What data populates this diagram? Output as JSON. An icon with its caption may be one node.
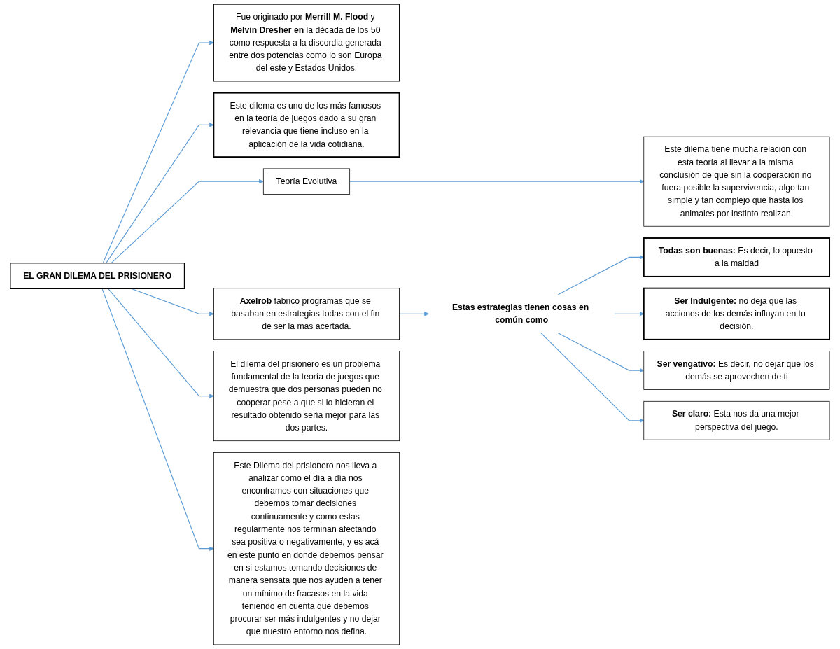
{
  "diagram": {
    "nodes": [
      {
        "text": [
          "Fue originado por **Merrill M. Flood** y **Melvin Dresher en** la década de los 50 como respuesta a la discordia generada entre dos potencias como lo son Europa del este y Estados Unidos."
        ]
      },
      {
        "text": [
          "**Ser Indulgente:** no deja que las acciones de los demás influyan en tu decisión."
        ]
      },
      {
        "text": [
          "**Ser vengativo:** Es decir, no dejar que los demás se aprovechen de ti"
        ]
      },
      {
        "text": [
          "**Todas son buenas:** Es decir, lo opuesto a la maldad"
        ]
      },
      {
        "text": [
          "**Ser claro:** Esta nos da una mejor perspectiva del juego."
        ]
      },
      {
        "text": [
          "Este dilema es uno de los más famosos en la teoría de juegos dado a su gran relevancia que tiene incluso en la aplicación de la vida cotidiana."
        ]
      },
      {
        "text": [
          "Estas estrategias tienen cosas en común como"
        ]
      },
      {
        "text": [
          "EL GRAN DILEMA DEL PRISIONERO"
        ]
      },
      {
        "text": [
          "**Axelrob** fabrico programas que se basaban en estrategias todas con el fin de ser la mas acertada."
        ]
      },
      {
        "text": [
          "Teoría Evolutiva"
        ]
      },
      {
        "text": [
          "Este dilema tiene mucha relación con esta teoría al llevar a la misma conclusión de que sin la cooperación no fuera posible la supervivencia, algo tan simple y tan complejo que hasta los animales por instinto realizan."
        ]
      },
      {
        "text": [
          "El dilema del prisionero es un problema fundamental de la teoría de juegos que demuestra que dos personas pueden no cooperar pese a que si lo hicieran el resultado obtenido sería mejor para las dos partes."
        ]
      },
      {
        "text": [
          "Este Dilema del prisionero nos lleva a analizar como el día a día nos encontramos con situaciones que debemos tomar decisiones continuamente y como estas regularmente nos terminan afectando sea positiva o negativamente, y es acá en este punto en donde debemos pensar en si estamos tomando decisiones de manera sensata que nos ayuden a tener un mínimo de fracasos en la vida teniendo en cuenta que debemos procurar ser más indulgentes y no dejar que nuestro entorno nos defina."
        ]
      }
    ],
    "edges": [
      {
        "from": 7,
        "to": 0,
        "arrow": "to"
      },
      {
        "from": 7,
        "to": 5,
        "arrow": "to"
      },
      {
        "from": 7,
        "to": 9,
        "arrow": "to"
      },
      {
        "from": 9,
        "to": 10,
        "arrow": "to"
      },
      {
        "from": 7,
        "to": 11,
        "arrow": "to"
      },
      {
        "from": 7,
        "to": 8,
        "arrow": "to"
      },
      {
        "from": 7,
        "to": 12,
        "arrow": "to"
      },
      {
        "from": 8,
        "to": 6,
        "arrow": "to"
      },
      {
        "from": 6,
        "to": 3,
        "arrow": "to"
      },
      {
        "from": 6,
        "to": 1,
        "arrow": "to"
      },
      {
        "from": 6,
        "to": 2,
        "arrow": "to"
      },
      {
        "from": 6,
        "to": 4,
        "arrow": "to"
      }
    ]
  }
}
